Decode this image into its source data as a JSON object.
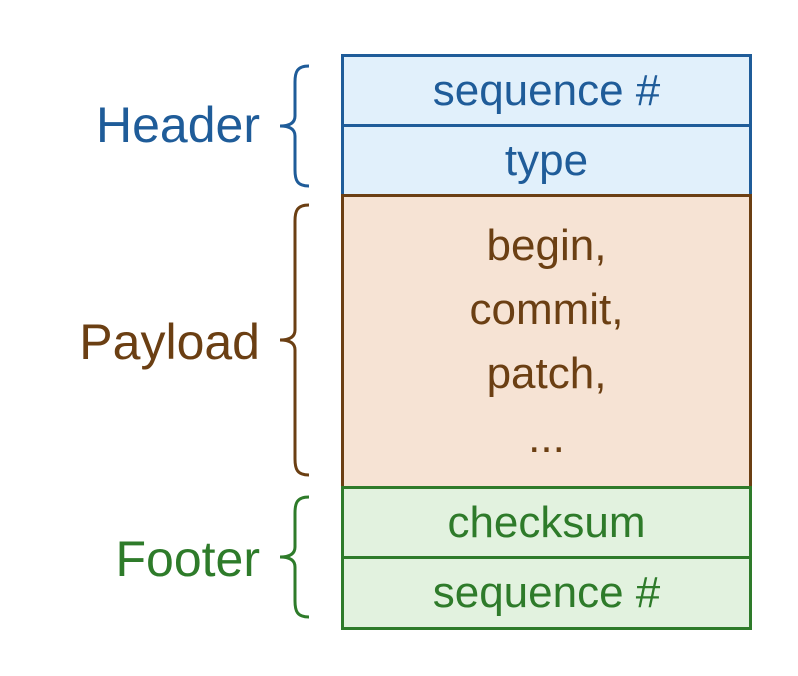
{
  "colors": {
    "header_stroke": "#1f5c99",
    "header_fill": "#e1f0fb",
    "payload_stroke": "#6b3f13",
    "payload_fill": "#f6e3d4",
    "footer_stroke": "#2e7b2a",
    "footer_fill": "#e2f2df"
  },
  "sections": {
    "header": {
      "label": "Header",
      "fields": [
        "sequence #",
        "type"
      ]
    },
    "payload": {
      "label": "Payload",
      "lines": [
        "begin,",
        "commit,",
        "patch,",
        "..."
      ]
    },
    "footer": {
      "label": "Footer",
      "fields": [
        "checksum",
        "sequence #"
      ]
    }
  }
}
